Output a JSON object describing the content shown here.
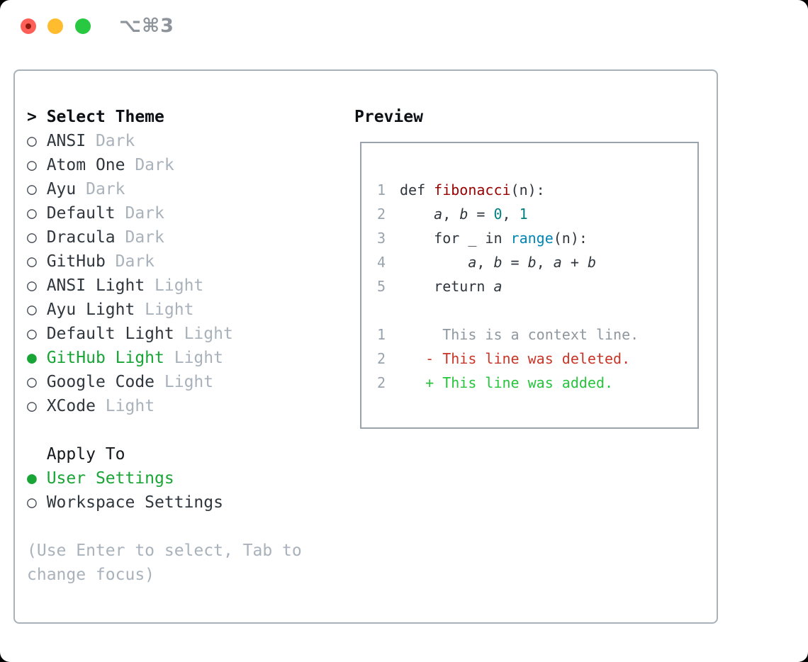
{
  "window": {
    "title": "⌥⌘3",
    "traffic_lights": [
      {
        "name": "close",
        "has_dot": true
      },
      {
        "name": "minimize",
        "has_dot": false
      },
      {
        "name": "zoom",
        "has_dot": false
      }
    ]
  },
  "theme_panel": {
    "select_heading_prefix": "> ",
    "select_heading": "Select Theme",
    "themes": [
      {
        "name": "ANSI",
        "variant": "Dark",
        "selected": false
      },
      {
        "name": "Atom One",
        "variant": "Dark",
        "selected": false
      },
      {
        "name": "Ayu",
        "variant": "Dark",
        "selected": false
      },
      {
        "name": "Default",
        "variant": "Dark",
        "selected": false
      },
      {
        "name": "Dracula",
        "variant": "Dark",
        "selected": false
      },
      {
        "name": "GitHub",
        "variant": "Dark",
        "selected": false
      },
      {
        "name": "ANSI Light",
        "variant": "Light",
        "selected": false
      },
      {
        "name": "Ayu Light",
        "variant": "Light",
        "selected": false
      },
      {
        "name": "Default Light",
        "variant": "Light",
        "selected": false
      },
      {
        "name": "GitHub Light",
        "variant": "Light",
        "selected": true
      },
      {
        "name": "Google Code",
        "variant": "Light",
        "selected": false
      },
      {
        "name": "XCode",
        "variant": "Light",
        "selected": false
      }
    ],
    "apply_heading": "Apply To",
    "apply_options": [
      {
        "name": "User Settings",
        "selected": true
      },
      {
        "name": "Workspace Settings",
        "selected": false
      }
    ],
    "hint_lines": [
      "(Use Enter to select, Tab to",
      "change focus)"
    ],
    "radio_icons": {
      "selected": "●",
      "unselected": "○"
    }
  },
  "preview": {
    "heading": "Preview",
    "lines": [
      {
        "num": "1",
        "kind": "code",
        "tokens": [
          {
            "t": "def ",
            "c": "plain"
          },
          {
            "t": "fibonacci",
            "c": "func"
          },
          {
            "t": "(n):",
            "c": "plain"
          }
        ]
      },
      {
        "num": "2",
        "kind": "code",
        "tokens": [
          {
            "t": "    ",
            "c": "plain"
          },
          {
            "t": "a",
            "c": "var"
          },
          {
            "t": ", ",
            "c": "plain"
          },
          {
            "t": "b",
            "c": "var"
          },
          {
            "t": " = ",
            "c": "plain"
          },
          {
            "t": "0",
            "c": "num"
          },
          {
            "t": ", ",
            "c": "plain"
          },
          {
            "t": "1",
            "c": "num"
          }
        ]
      },
      {
        "num": "3",
        "kind": "code",
        "tokens": [
          {
            "t": "    for _ in ",
            "c": "plain"
          },
          {
            "t": "range",
            "c": "builtin"
          },
          {
            "t": "(n):",
            "c": "plain"
          }
        ]
      },
      {
        "num": "4",
        "kind": "code",
        "tokens": [
          {
            "t": "        ",
            "c": "plain"
          },
          {
            "t": "a",
            "c": "var"
          },
          {
            "t": ", ",
            "c": "plain"
          },
          {
            "t": "b",
            "c": "var"
          },
          {
            "t": " = ",
            "c": "plain"
          },
          {
            "t": "b",
            "c": "var"
          },
          {
            "t": ", ",
            "c": "plain"
          },
          {
            "t": "a",
            "c": "var"
          },
          {
            "t": " + ",
            "c": "plain"
          },
          {
            "t": "b",
            "c": "var"
          }
        ]
      },
      {
        "num": "5",
        "kind": "code",
        "tokens": [
          {
            "t": "    return ",
            "c": "plain"
          },
          {
            "t": "a",
            "c": "var"
          }
        ]
      },
      {
        "num": "",
        "kind": "blank",
        "tokens": []
      },
      {
        "num": "1",
        "kind": "diff-context",
        "tokens": [
          {
            "t": "     This is a context line.",
            "c": "ctx"
          }
        ]
      },
      {
        "num": "2",
        "kind": "diff-deleted",
        "tokens": [
          {
            "t": "   ",
            "c": "plain"
          },
          {
            "t": "- This line was deleted.",
            "c": "del"
          }
        ]
      },
      {
        "num": "2",
        "kind": "diff-added",
        "tokens": [
          {
            "t": "   ",
            "c": "plain"
          },
          {
            "t": "+ This line was added.",
            "c": "add"
          }
        ]
      }
    ]
  },
  "colors": {
    "accent_green": "#18a535",
    "added_green": "#26c53c",
    "deleted_red": "#c93526",
    "function_red": "#990000",
    "number_teal": "#008080",
    "builtin_blue": "#0086b3",
    "text_dark": "#2f363d",
    "heading_black": "#0c1014",
    "subheading_black": "#14181c",
    "muted_gray": "#a9b2bb",
    "line_number_gray": "#99a3ad",
    "context_gray": "#8f979f",
    "panel_border": "#a9b1ba",
    "preview_border": "#9aa3ac",
    "titlebar_gray": "#8d949b",
    "traffic_red": "#ff5f57",
    "traffic_yellow": "#febc2e",
    "traffic_green": "#28c840"
  }
}
